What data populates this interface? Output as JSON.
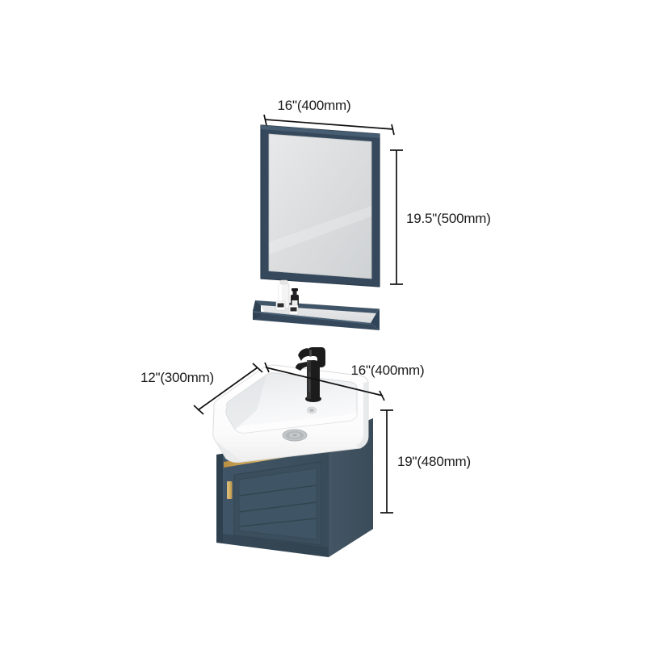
{
  "product": {
    "type": "bathroom-vanity-set-dimension-diagram",
    "components": [
      "mirror",
      "shelf",
      "vanity-cabinet-with-basin"
    ]
  },
  "dimensions": {
    "mirror_width": "16\"(400mm)",
    "mirror_height": "19.5\"(500mm)",
    "vanity_depth": "12\"(300mm)",
    "vanity_width": "16\"(400mm)",
    "vanity_height": "19\"(480mm)"
  },
  "colors": {
    "background": "#ffffff",
    "cabinet_blue": "#3d5161",
    "cabinet_blue_dark": "#33454f",
    "cabinet_blue_side": "#415260",
    "frame_blue": "#36495c",
    "mirror_glass": "#dcdedf",
    "gold_trim": "#c8a45a",
    "basin_white": "#fdfdfd",
    "faucet_black": "#1c1c1c",
    "dimension_line": "#111111",
    "label_text": "#1a1a1a"
  },
  "items_on_shelf": [
    {
      "name": "tall-white-bottle",
      "color": "#f4f4f4"
    },
    {
      "name": "small-dark-dropper-bottle",
      "color": "#1e1e22"
    },
    {
      "name": "small-label-box-left",
      "color": "#ffffff"
    },
    {
      "name": "small-label-box-right",
      "color": "#ffffff"
    }
  ],
  "fixtures": {
    "faucet": "black-single-lever-mixer",
    "drain": "gray-drain-grate",
    "overflow": "overflow-hole",
    "handle": "gold-vertical-bar-handle"
  }
}
